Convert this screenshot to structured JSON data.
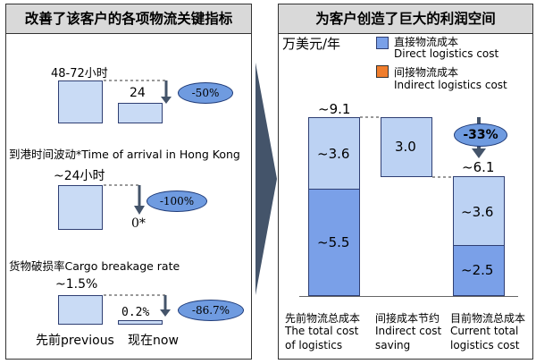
{
  "left": {
    "title": "改善了该客户的各项物流关键指标",
    "m1": {
      "prev_label": "48-72小时",
      "now_value": "24",
      "change": "-50%"
    },
    "m2": {
      "title": "到港时间波动*Time of arrival in Hong Kong",
      "prev_label": "~24小时",
      "now_value": "0*",
      "change": "-100%"
    },
    "m3": {
      "title": "货物破损率Cargo breakage rate",
      "prev_label": "~1.5%",
      "now_value": "0.2%",
      "change": "-86.7%"
    },
    "x_prev": "先前previous",
    "x_now": "现在now"
  },
  "right": {
    "title": "为客户创造了巨大的利润空间",
    "unit": "万美元/年",
    "legend": [
      {
        "cn": "直接物流成本",
        "en": "Direct logistics cost",
        "color": "#7aa0e8"
      },
      {
        "cn": "间接物流成本",
        "en": "Indirect logistics cost",
        "color": "#f07d2c"
      }
    ],
    "bars": {
      "total_prev_label": "~9.1",
      "prev_indirect": "~3.6",
      "prev_direct": "~5.5",
      "saving": "3.0",
      "total_now_label": "~6.1",
      "now_indirect": "~3.6",
      "now_direct": "~2.5",
      "change": "-33%"
    },
    "categories": [
      {
        "cn": "先前物流总成本",
        "en1": "The total cost",
        "en2": "of logistics"
      },
      {
        "cn": "间接成本节约",
        "en1": "Indirect cost",
        "en2": "saving"
      },
      {
        "cn": "目前物流总成本",
        "en1": "Current total",
        "en2": "logistics cost"
      }
    ]
  }
}
